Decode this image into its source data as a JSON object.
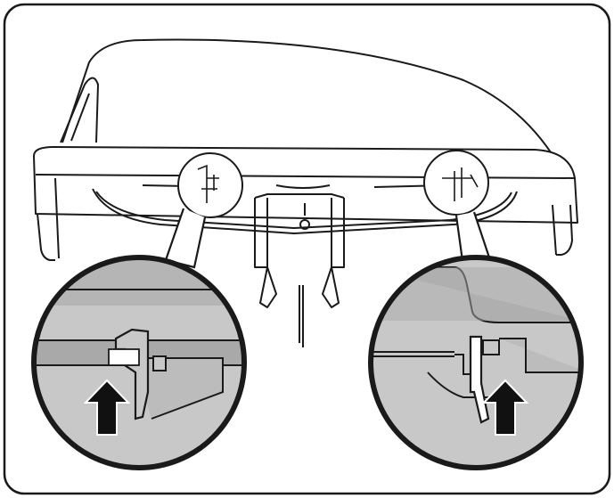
{
  "figure": {
    "frame": "rounded-border",
    "subject": "appliance-underside-with-two-clip-callouts",
    "palette": {
      "stroke": "#1a1a1a",
      "background": "#ffffff",
      "callout_fill": "#c8c8c8",
      "callout_shade": "#a9a9a9",
      "arrow_fill": "#111111"
    },
    "callouts": [
      {
        "side": "left",
        "icon": "up-arrow-icon"
      },
      {
        "side": "right",
        "icon": "up-arrow-icon"
      }
    ]
  }
}
